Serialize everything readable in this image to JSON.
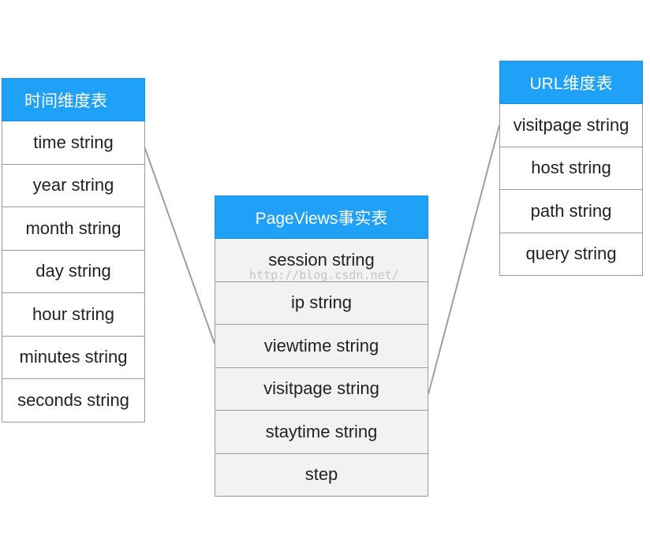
{
  "time_table": {
    "title": "时间维度表",
    "fields": [
      "time string",
      "year string",
      "month string",
      "day string",
      "hour string",
      "minutes string",
      "seconds string"
    ]
  },
  "fact_table": {
    "title": "PageViews事实表",
    "fields": [
      "session string",
      "ip string",
      "viewtime string",
      "visitpage string",
      "staytime string",
      "step"
    ]
  },
  "url_table": {
    "title": "URL维度表",
    "fields": [
      "visitpage string",
      "host string",
      "path string",
      "query string"
    ]
  },
  "watermark": "http://blog.csdn.net/",
  "colors": {
    "header_bg": "#1ea1f7",
    "header_text": "#ffffff",
    "border": "#9a9a9a",
    "fact_row_bg": "#f2f2f2"
  }
}
